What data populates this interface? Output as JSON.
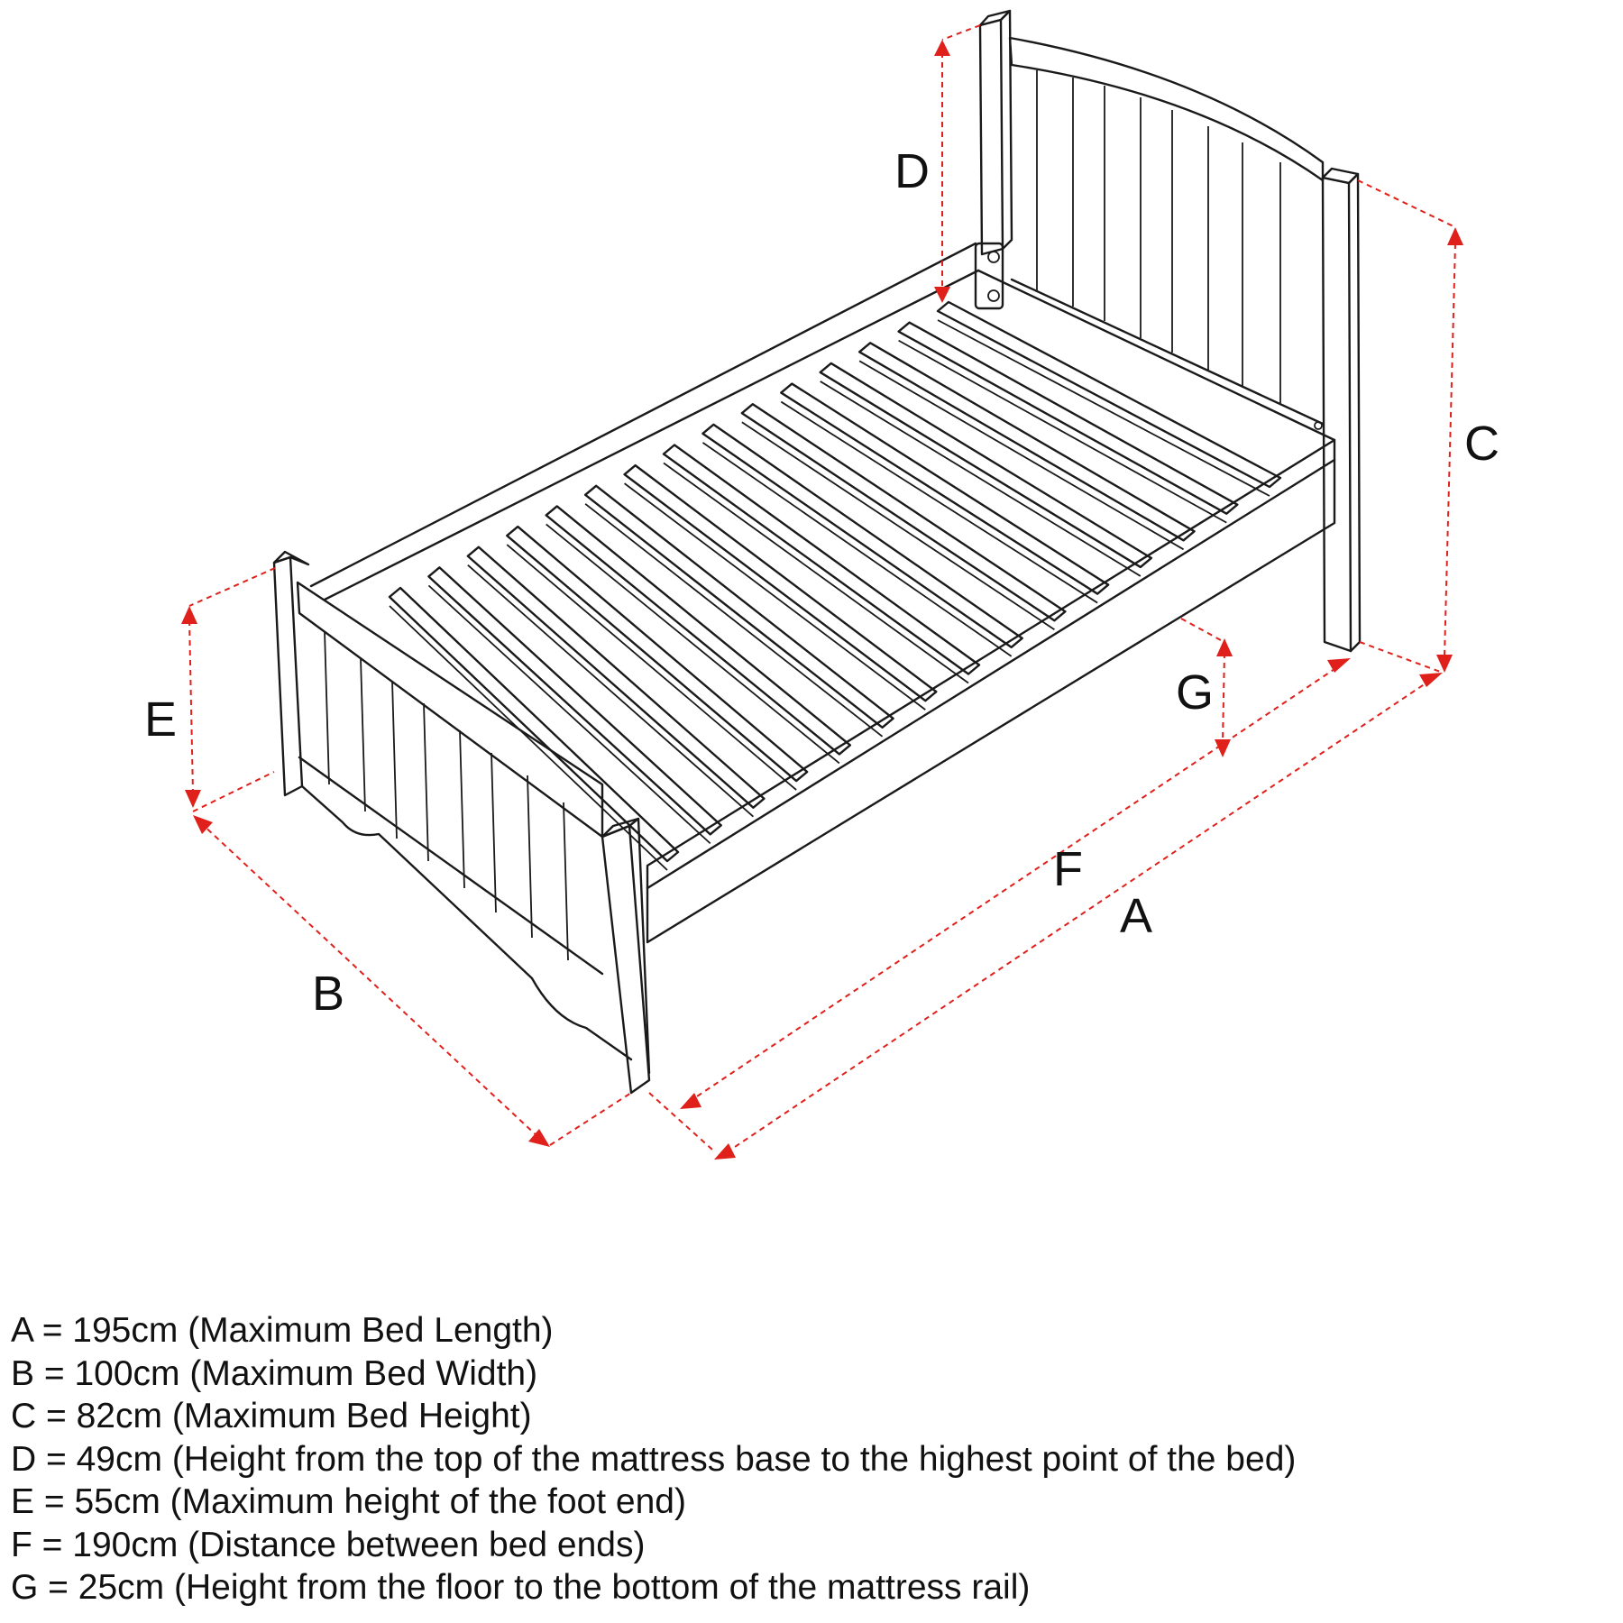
{
  "dimension_labels": {
    "a": "A",
    "b": "B",
    "c": "C",
    "d": "D",
    "e": "E",
    "f": "F",
    "g": "G"
  },
  "legend": [
    "A = 195cm (Maximum Bed Length)",
    "B = 100cm (Maximum Bed Width)",
    "C = 82cm (Maximum Bed Height)",
    "D = 49cm (Height from the top of the mattress base to the highest point of the bed)",
    "E = 55cm (Maximum height of the foot end)",
    "F = 190cm (Distance between bed ends)",
    "G = 25cm (Height from the floor to the bottom of the mattress rail)"
  ],
  "colors": {
    "outline": "#1a1a1a",
    "dimension": "#e0201b",
    "text": "#111111",
    "background": "#ffffff"
  }
}
